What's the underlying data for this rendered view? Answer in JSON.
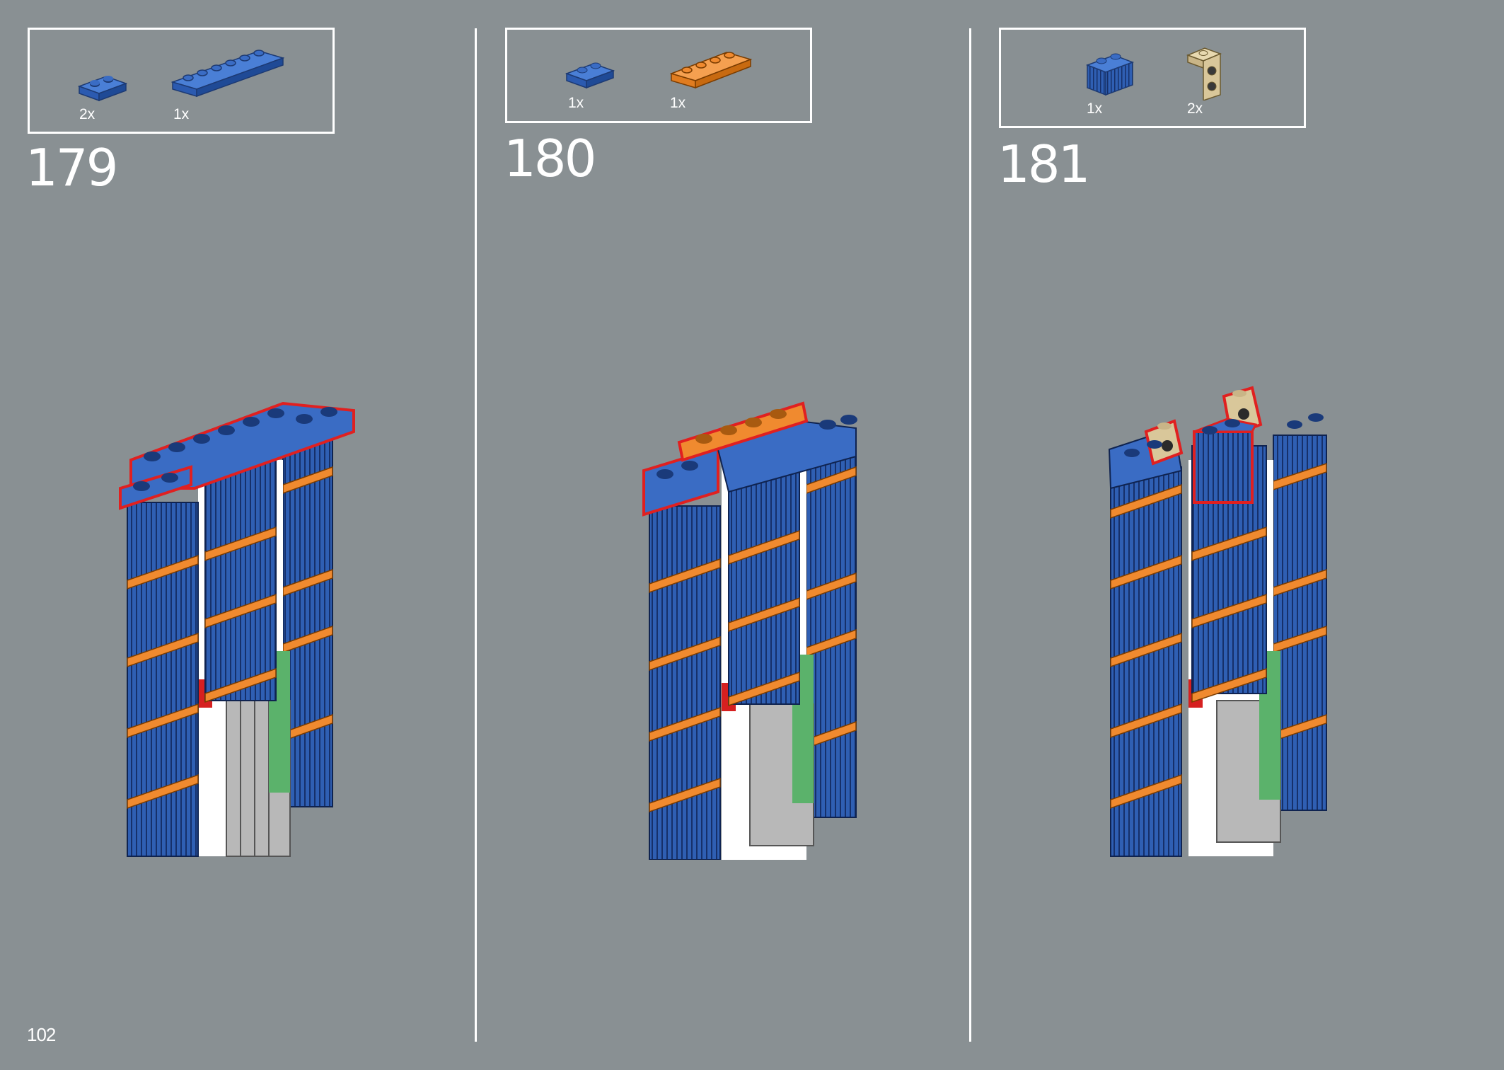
{
  "page": {
    "number": "102"
  },
  "colors": {
    "background": "#899093",
    "brick_blue": "#2f5fb3",
    "brick_orange": "#f08a2f",
    "brick_tan": "#d9c79a",
    "brick_green": "#5bb26b",
    "highlight_red": "#e02020"
  },
  "steps": [
    {
      "number": "179",
      "parts": [
        {
          "icon": "blue-plate-1x2-icon",
          "qty": "2x"
        },
        {
          "icon": "blue-plate-1x6-icon",
          "qty": "1x"
        }
      ]
    },
    {
      "number": "180",
      "parts": [
        {
          "icon": "blue-plate-1x2-icon",
          "qty": "1x"
        },
        {
          "icon": "orange-plate-1x4-icon",
          "qty": "1x"
        }
      ]
    },
    {
      "number": "181",
      "parts": [
        {
          "icon": "blue-grille-brick-1x2-icon",
          "qty": "1x"
        },
        {
          "icon": "tan-bracket-1x1-icon",
          "qty": "2x"
        }
      ]
    }
  ]
}
